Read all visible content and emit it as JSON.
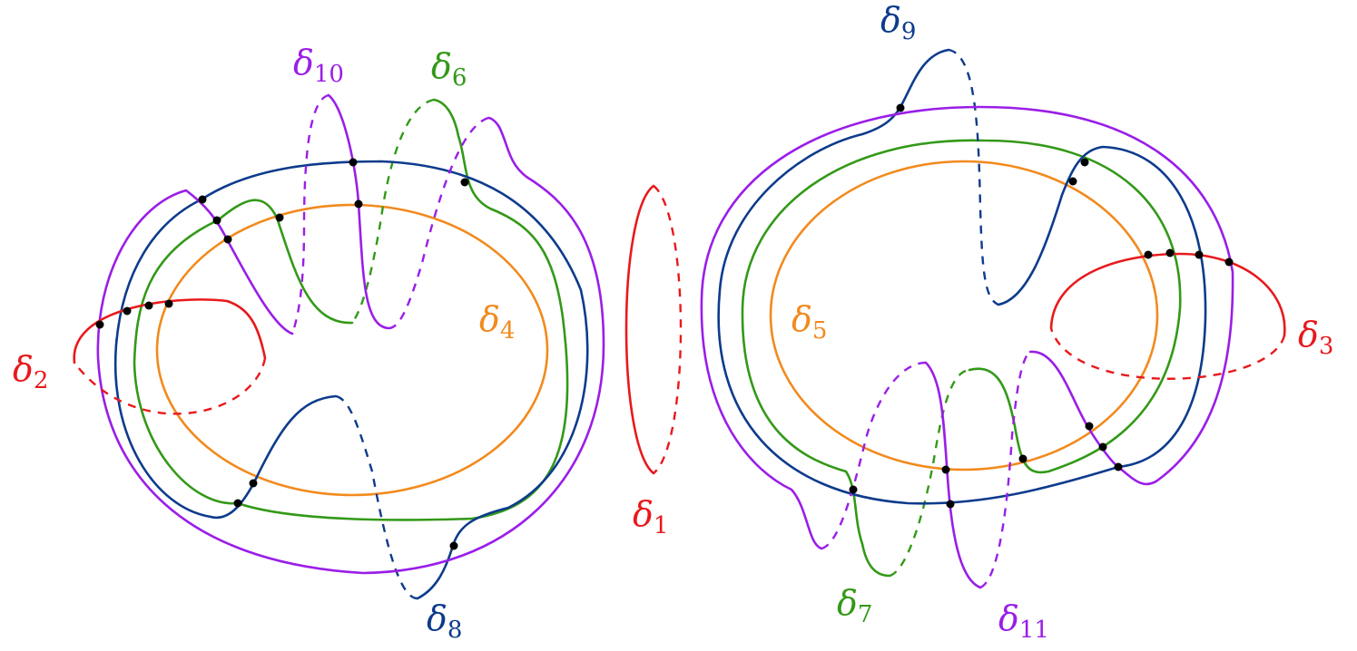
{
  "colors": {
    "surface": "#000000",
    "red": "#e8191c",
    "orange": "#f28a1e",
    "green": "#339918",
    "blue": "#0d3b8c",
    "purple": "#9a1ee8",
    "dot": "#000000"
  },
  "curves": [
    {
      "id": "delta1",
      "symbol": "δ",
      "index": "1",
      "color": "red"
    },
    {
      "id": "delta2",
      "symbol": "δ",
      "index": "2",
      "color": "red"
    },
    {
      "id": "delta3",
      "symbol": "δ",
      "index": "3",
      "color": "red"
    },
    {
      "id": "delta4",
      "symbol": "δ",
      "index": "4",
      "color": "orange"
    },
    {
      "id": "delta5",
      "symbol": "δ",
      "index": "5",
      "color": "orange"
    },
    {
      "id": "delta6",
      "symbol": "δ",
      "index": "6",
      "color": "green"
    },
    {
      "id": "delta7",
      "symbol": "δ",
      "index": "7",
      "color": "green"
    },
    {
      "id": "delta8",
      "symbol": "δ",
      "index": "8",
      "color": "blue"
    },
    {
      "id": "delta9",
      "symbol": "δ",
      "index": "9",
      "color": "blue"
    },
    {
      "id": "delta10",
      "symbol": "δ",
      "index": "10",
      "color": "purple"
    },
    {
      "id": "delta11",
      "symbol": "δ",
      "index": "11",
      "color": "purple"
    }
  ]
}
